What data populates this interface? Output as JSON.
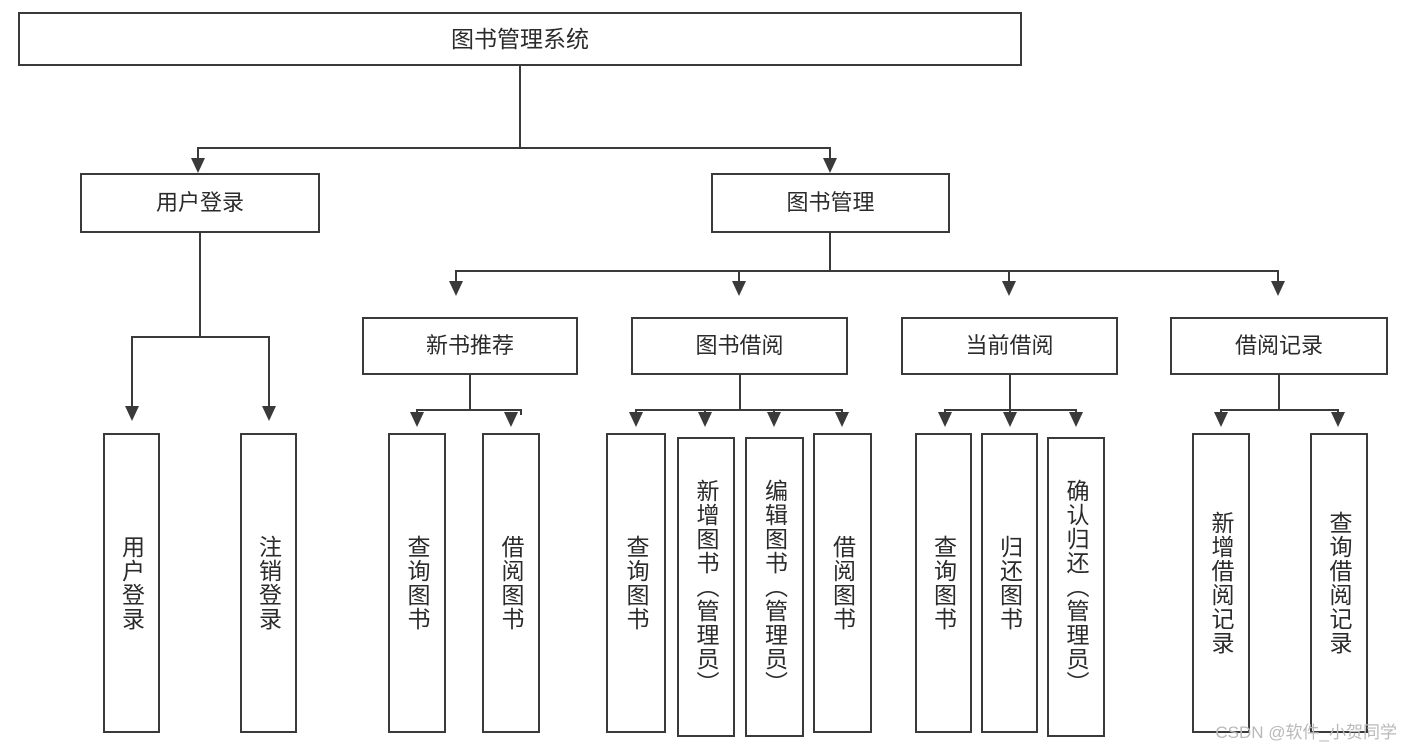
{
  "diagram": {
    "type": "tree",
    "title": "图书管理系统",
    "root": {
      "id": "root",
      "label": "图书管理系统"
    },
    "level2": [
      {
        "id": "user-login",
        "label": "用户登录"
      },
      {
        "id": "book-manage",
        "label": "图书管理"
      }
    ],
    "level3": [
      {
        "id": "new-book-recommend",
        "label": "新书推荐"
      },
      {
        "id": "book-borrow",
        "label": "图书借阅"
      },
      {
        "id": "current-borrow",
        "label": "当前借阅"
      },
      {
        "id": "borrow-record",
        "label": "借阅记录"
      }
    ],
    "leaves": [
      {
        "id": "leaf-user-login",
        "label": "用户登录",
        "parent": "user-login"
      },
      {
        "id": "leaf-user-logout",
        "label": "注销登录",
        "parent": "user-login"
      },
      {
        "id": "leaf-query-book-1",
        "label": "查询图书",
        "parent": "new-book-recommend"
      },
      {
        "id": "leaf-borrow-book-1",
        "label": "借阅图书",
        "parent": "new-book-recommend"
      },
      {
        "id": "leaf-query-book-2",
        "label": "查询图书",
        "parent": "book-borrow"
      },
      {
        "id": "leaf-add-book",
        "label": "新增图书（管理员）",
        "parent": "book-borrow"
      },
      {
        "id": "leaf-edit-book",
        "label": "编辑图书（管理员）",
        "parent": "book-borrow"
      },
      {
        "id": "leaf-borrow-book-2",
        "label": "借阅图书",
        "parent": "book-borrow"
      },
      {
        "id": "leaf-query-book-3",
        "label": "查询图书",
        "parent": "current-borrow"
      },
      {
        "id": "leaf-return-book",
        "label": "归还图书",
        "parent": "current-borrow"
      },
      {
        "id": "leaf-confirm-return",
        "label": "确认归还（管理员）",
        "parent": "current-borrow"
      },
      {
        "id": "leaf-add-record",
        "label": "新增借阅记录",
        "parent": "borrow-record"
      },
      {
        "id": "leaf-query-record",
        "label": "查询借阅记录",
        "parent": "borrow-record"
      }
    ],
    "colors": {
      "stroke": "#3a3a3a",
      "text": "#2b2b2b",
      "background": "#ffffff",
      "watermark": "#b9b9b9"
    }
  },
  "watermark": {
    "text": "CSDN @软件_小贺同学"
  }
}
